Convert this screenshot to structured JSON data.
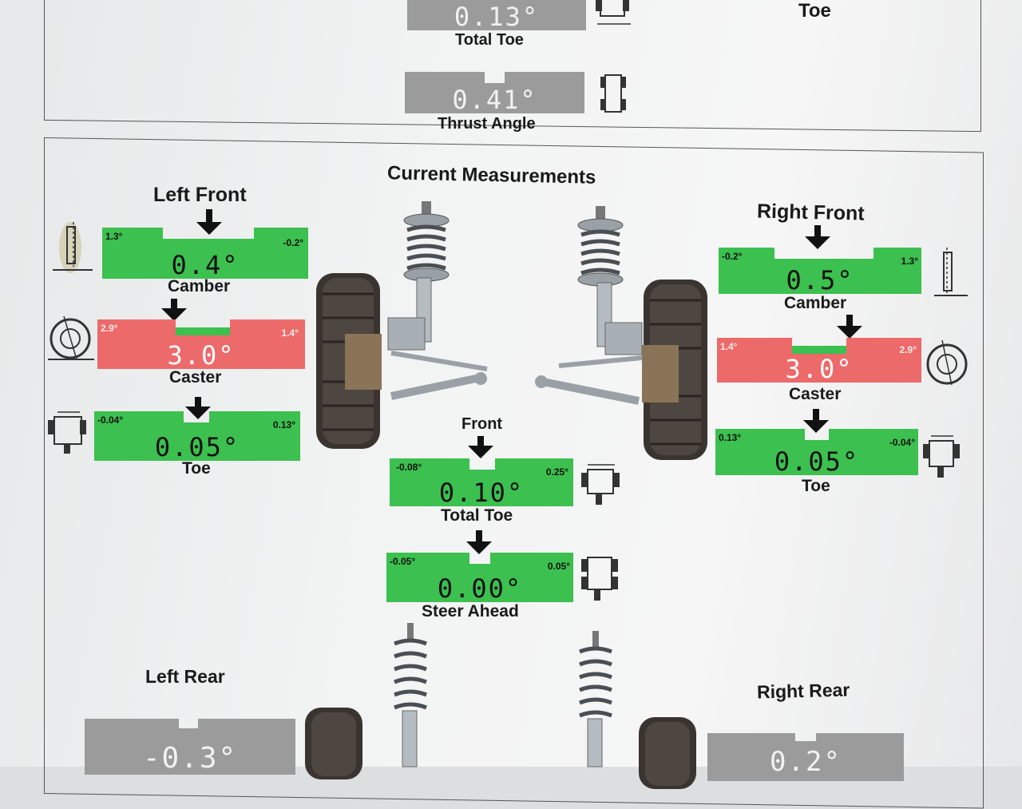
{
  "top_section": {
    "toe_label": "Toe",
    "total_toe": {
      "value": "0.13°",
      "label": "Total Toe"
    },
    "thrust_angle": {
      "value": "0.41°",
      "label": "Thrust Angle"
    }
  },
  "current": {
    "heading": "Current Measurements",
    "left_front": {
      "title": "Left Front",
      "camber": {
        "value": "0.4°",
        "label": "Camber",
        "min": "1.3°",
        "max": "-0.2°",
        "status": "in-spec",
        "pointer": 0.5
      },
      "caster": {
        "value": "3.0°",
        "label": "Caster",
        "min": "2.9°",
        "max": "1.4°",
        "status": "out-of-spec",
        "pointer": 0.2
      },
      "toe": {
        "value": "0.05°",
        "label": "Toe",
        "min": "-0.04°",
        "max": "0.13°",
        "status": "in-spec",
        "pointer": 0.5
      }
    },
    "right_front": {
      "title": "Right Front",
      "camber": {
        "value": "0.5°",
        "label": "Camber",
        "min": "-0.2°",
        "max": "1.3°",
        "status": "in-spec",
        "pointer": 0.5
      },
      "caster": {
        "value": "3.0°",
        "label": "Caster",
        "min": "1.4°",
        "max": "2.9°",
        "status": "out-of-spec",
        "pointer": 0.66
      },
      "toe": {
        "value": "0.05°",
        "label": "Toe",
        "min": "0.13°",
        "max": "-0.04°",
        "status": "in-spec",
        "pointer": 0.5
      }
    },
    "front_label": "Front",
    "total_toe": {
      "value": "0.10°",
      "label": "Total Toe",
      "min": "-0.08°",
      "max": "0.25°",
      "status": "in-spec",
      "pointer": 0.5
    },
    "steer_ahead": {
      "value": "0.00°",
      "label": "Steer Ahead",
      "min": "-0.05°",
      "max": "0.05°",
      "status": "in-spec",
      "pointer": 0.5
    },
    "left_rear": {
      "title": "Left Rear",
      "camber_value": "-0.3°"
    },
    "right_rear": {
      "title": "Right Rear",
      "camber_value": "0.2°"
    }
  },
  "colors": {
    "in_spec": "#3cc04f",
    "out_of_spec": "#ec6a6a",
    "neutral": "#9b9b9b"
  },
  "icons": [
    "camber-diagram-icon",
    "caster-wheel-icon",
    "toe-car-icon",
    "strut-spring-icon",
    "tire-icon"
  ]
}
